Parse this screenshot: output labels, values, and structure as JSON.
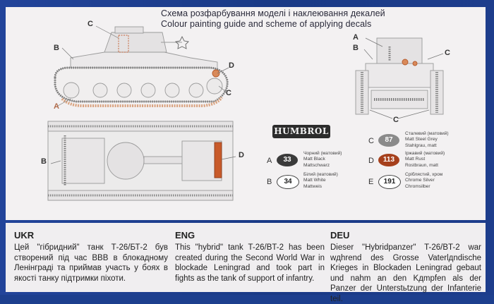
{
  "header": {
    "title_ua": "Схема розфарбування моделі і наклеювання декалей",
    "title_en": "Colour painting guide and scheme of applying decals"
  },
  "callouts": {
    "side_c_top": "C",
    "side_b": "B",
    "side_a": "A",
    "side_d": "D",
    "side_c_right": "C",
    "top_b": "B",
    "top_d": "D",
    "front_a": "A",
    "front_b": "B",
    "front_c_right": "C",
    "front_c_bottom": "C"
  },
  "paint_legend": {
    "brand": "HUMBROL",
    "items": [
      {
        "letter": "A",
        "code": "33",
        "color": "#3a3a3a",
        "text_color": "#ffffff",
        "lines": [
          "Чорний (матовий)",
          "Matt Black",
          "Mattschwarz"
        ]
      },
      {
        "letter": "B",
        "code": "34",
        "color": "#ffffff",
        "text_color": "#222222",
        "lines": [
          "Білий (матовий)",
          "Matt White",
          "Mattweis"
        ]
      },
      {
        "letter": "C",
        "code": "87",
        "color": "#8a8a8a",
        "text_color": "#ffffff",
        "lines": [
          "Сталевий (матовий)",
          "Matt Steel Grey",
          "Stahlgrau, matt"
        ]
      },
      {
        "letter": "D",
        "code": "113",
        "color": "#a6401c",
        "text_color": "#ffffff",
        "lines": [
          "Іржавий (матовий)",
          "Matt Rust",
          "Rostbraun, matt"
        ]
      },
      {
        "letter": "E",
        "code": "191",
        "color": "#ffffff",
        "text_color": "#222222",
        "lines": [
          "Сріблястий, хром",
          "Chrome Silver",
          "Chromsilber"
        ]
      }
    ]
  },
  "descriptions": {
    "ukr": {
      "heading": "UKR",
      "text": "Цей \"гібридний\" танк Т-26/БТ-2 був створений під час ВВВ в блокадному Ленінграді та приймав участь у боях в якості танку підтримки піхоти."
    },
    "eng": {
      "heading": "ENG",
      "text": "This \"hybrid\" tank T-26/BT-2 has been created during the Second World War in blockade Leningrad and took part in fights as the tank of support of infantry."
    },
    "deu": {
      "heading": "DEU",
      "text": "Dieser \"Hybridpanzer\" T-26/BT-2 war wдhrend des Grosse Vaterlдndische Krieges in Blockaden Leningrad gebaut und nahm an den Kдmpfen als der Panzer der Unterstьtzung der Infanterie teil."
    }
  }
}
